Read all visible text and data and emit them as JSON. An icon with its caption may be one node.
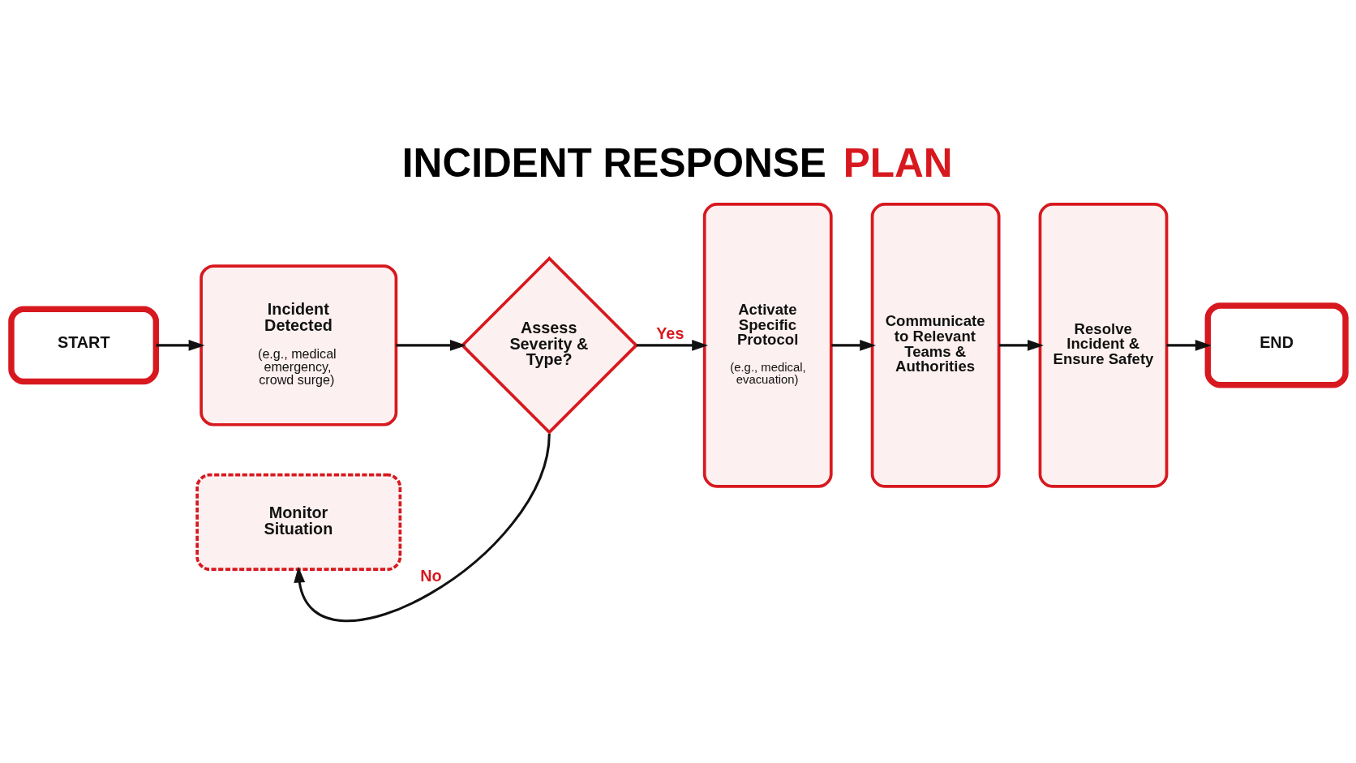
{
  "diagram": {
    "title": "INCIDENT RESPONSE PLAN",
    "nodes": [
      {
        "text": [
          "START"
        ]
      },
      {
        "text": [
          "Incident Detected",
          "(e.g., medical emergency, crowd surge)"
        ]
      },
      {
        "text": [
          "Assess Severity & Type?"
        ]
      },
      {
        "text": [
          "Activate Specific Protocol",
          "(e.g., medical, evacuation)"
        ]
      },
      {
        "text": [
          "Communicate to Relevant Teams & Authorities"
        ]
      },
      {
        "text": [
          "Resolve Incident & Ensure Safety"
        ]
      },
      {
        "text": [
          "END"
        ]
      },
      {
        "text": [
          "Monitor Situation"
        ]
      }
    ],
    "edges": [
      {
        "from": 0,
        "to": 1,
        "arrow": "to"
      },
      {
        "from": 1,
        "to": 2,
        "arrow": "to"
      },
      {
        "from": 2,
        "to": 3,
        "label": "Yes",
        "arrow": "to"
      },
      {
        "from": 3,
        "to": 4,
        "arrow": "to"
      },
      {
        "from": 4,
        "to": 5,
        "arrow": "to"
      },
      {
        "from": 5,
        "to": 6,
        "arrow": "to"
      },
      {
        "from": 2,
        "to": 7,
        "label": "No",
        "arrow": "to"
      }
    ]
  }
}
